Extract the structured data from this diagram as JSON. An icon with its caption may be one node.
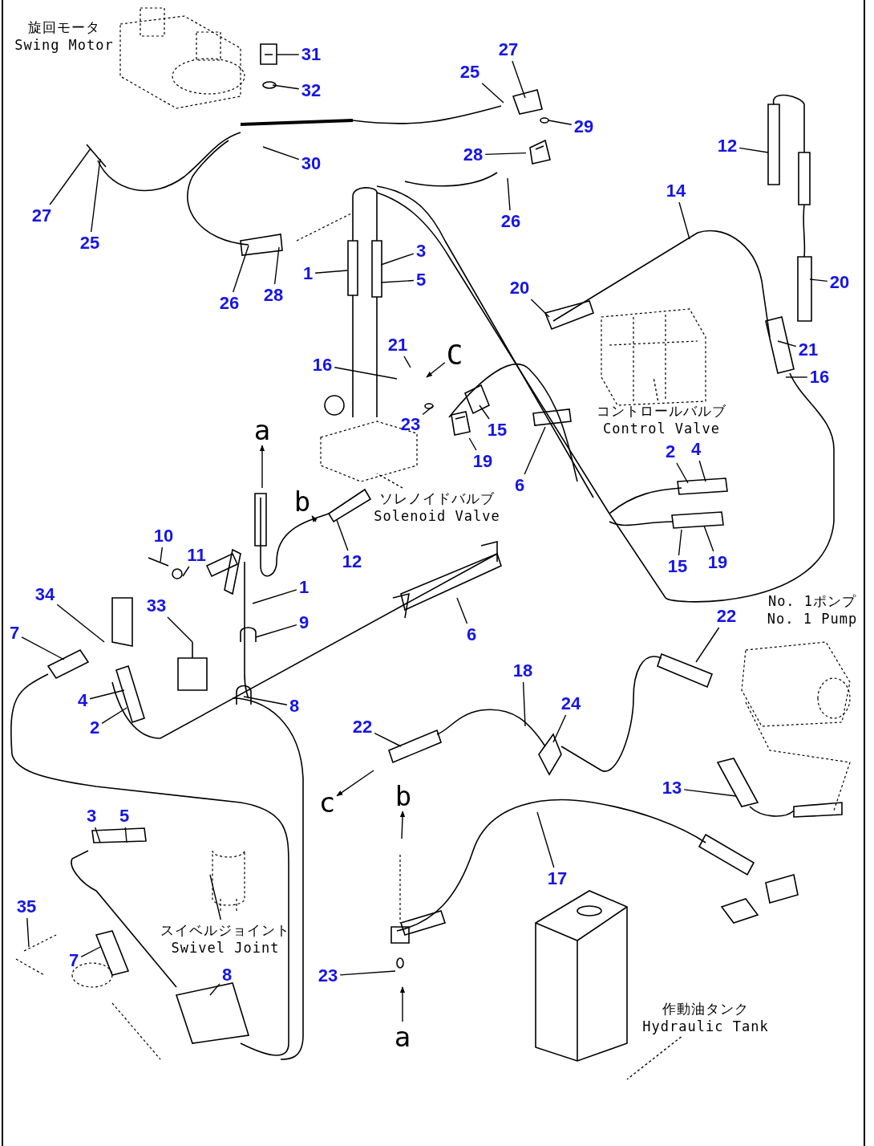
{
  "diagram": {
    "nodes": [
      {
        "text": [
          "旋回モータ",
          "Swing Motor"
        ]
      },
      {
        "text": [
          "31"
        ]
      },
      {
        "text": [
          "32"
        ]
      },
      {
        "text": [
          "27"
        ]
      },
      {
        "text": [
          "25"
        ]
      },
      {
        "text": [
          "29"
        ]
      },
      {
        "text": [
          "28"
        ]
      },
      {
        "text": [
          "30"
        ]
      },
      {
        "text": [
          "27"
        ]
      },
      {
        "text": [
          "25"
        ]
      },
      {
        "text": [
          "26"
        ]
      },
      {
        "text": [
          "12"
        ]
      },
      {
        "text": [
          "14"
        ]
      },
      {
        "text": [
          "1"
        ]
      },
      {
        "text": [
          "3"
        ]
      },
      {
        "text": [
          "5"
        ]
      },
      {
        "text": [
          "26"
        ]
      },
      {
        "text": [
          "28"
        ]
      },
      {
        "text": [
          "20"
        ]
      },
      {
        "text": [
          "20"
        ]
      },
      {
        "text": [
          "21"
        ]
      },
      {
        "text": [
          "C"
        ]
      },
      {
        "text": [
          "16"
        ]
      },
      {
        "text": [
          "21"
        ]
      },
      {
        "text": [
          "16"
        ]
      },
      {
        "text": [
          "コントロールバルブ",
          "Control Valve"
        ]
      },
      {
        "text": [
          "23"
        ]
      },
      {
        "text": [
          "15"
        ]
      },
      {
        "text": [
          "19"
        ]
      },
      {
        "text": [
          "a"
        ]
      },
      {
        "text": [
          "2"
        ]
      },
      {
        "text": [
          "4"
        ]
      },
      {
        "text": [
          "6"
        ]
      },
      {
        "text": [
          "b"
        ]
      },
      {
        "text": [
          "ソレノイドバルブ",
          "Solenoid Valve"
        ]
      },
      {
        "text": [
          "12"
        ]
      },
      {
        "text": [
          "10"
        ]
      },
      {
        "text": [
          "15"
        ]
      },
      {
        "text": [
          "19"
        ]
      },
      {
        "text": [
          "11"
        ]
      },
      {
        "text": [
          "1"
        ]
      },
      {
        "text": [
          "34"
        ]
      },
      {
        "text": [
          "33"
        ]
      },
      {
        "text": [
          "No. 1ポンプ",
          "No. 1 Pump"
        ]
      },
      {
        "text": [
          "7"
        ]
      },
      {
        "text": [
          "9"
        ]
      },
      {
        "text": [
          "6"
        ]
      },
      {
        "text": [
          "22"
        ]
      },
      {
        "text": [
          "18"
        ]
      },
      {
        "text": [
          "24"
        ]
      },
      {
        "text": [
          "4"
        ]
      },
      {
        "text": [
          "2"
        ]
      },
      {
        "text": [
          "8"
        ]
      },
      {
        "text": [
          "22"
        ]
      },
      {
        "text": [
          "c"
        ]
      },
      {
        "text": [
          "b"
        ]
      },
      {
        "text": [
          "13"
        ]
      },
      {
        "text": [
          "3"
        ]
      },
      {
        "text": [
          "5"
        ]
      },
      {
        "text": [
          "17"
        ]
      },
      {
        "text": [
          "35"
        ]
      },
      {
        "text": [
          "スイベルジョイント",
          "Swivel Joint"
        ]
      },
      {
        "text": [
          "7"
        ]
      },
      {
        "text": [
          "8"
        ]
      },
      {
        "text": [
          "23"
        ]
      },
      {
        "text": [
          "a"
        ]
      },
      {
        "text": [
          "作動油タンク",
          "Hydraulic Tank"
        ]
      },
      {
        "text": [],
        "shape": "picture"
      },
      {
        "text": [],
        "shape": "picture"
      }
    ],
    "edges": [
      {
        "from": 1,
        "to": null,
        "arrow": "none"
      },
      {
        "from": 2,
        "to": null,
        "arrow": "none"
      },
      {
        "from": 3,
        "to": null,
        "arrow": "none"
      },
      {
        "from": 4,
        "to": null,
        "arrow": "none"
      },
      {
        "from": 5,
        "to": null,
        "arrow": "none"
      },
      {
        "from": 6,
        "to": 67,
        "arrow": "none"
      },
      {
        "from": 7,
        "to": null,
        "arrow": "none"
      },
      {
        "from": 8,
        "to": null,
        "arrow": "none"
      },
      {
        "from": 9,
        "to": null,
        "arrow": "none"
      },
      {
        "from": 10,
        "to": null,
        "arrow": "none"
      },
      {
        "from": 11,
        "to": null,
        "arrow": "none"
      },
      {
        "from": 12,
        "to": null,
        "arrow": "none"
      },
      {
        "from": 13,
        "to": null,
        "arrow": "none"
      },
      {
        "from": 14,
        "to": null,
        "arrow": "none"
      },
      {
        "from": 15,
        "to": null,
        "arrow": "none"
      },
      {
        "from": 16,
        "to": null,
        "arrow": "none"
      },
      {
        "from": 17,
        "to": null,
        "arrow": "none"
      },
      {
        "from": 18,
        "to": null,
        "arrow": "none"
      },
      {
        "from": 19,
        "to": null,
        "arrow": "none"
      },
      {
        "from": 20,
        "to": null,
        "arrow": "none"
      },
      {
        "from": 21,
        "to": null,
        "arrow": "to"
      },
      {
        "from": 22,
        "to": null,
        "arrow": "none"
      },
      {
        "from": 23,
        "to": null,
        "arrow": "none"
      },
      {
        "from": 24,
        "to": null,
        "arrow": "none"
      },
      {
        "from": 25,
        "to": null,
        "arrow": "none",
        "style": "dashed"
      },
      {
        "from": 26,
        "to": null,
        "arrow": "none"
      },
      {
        "from": 27,
        "to": null,
        "arrow": "none"
      },
      {
        "from": 28,
        "to": 68,
        "arrow": "none"
      },
      {
        "from": null,
        "to": 29,
        "arrow": "to"
      },
      {
        "from": 30,
        "to": null,
        "arrow": "none"
      },
      {
        "from": 31,
        "to": null,
        "arrow": "none"
      },
      {
        "from": 32,
        "to": null,
        "arrow": "none"
      },
      {
        "from": null,
        "to": 33,
        "arrow": "to"
      },
      {
        "from": 34,
        "to": null,
        "arrow": "none",
        "style": "dashed"
      },
      {
        "from": 35,
        "to": null,
        "arrow": "none"
      },
      {
        "from": 36,
        "to": null,
        "arrow": "none"
      },
      {
        "from": 37,
        "to": null,
        "arrow": "none"
      },
      {
        "from": 38,
        "to": null,
        "arrow": "none"
      },
      {
        "from": 39,
        "to": null,
        "arrow": "none"
      },
      {
        "from": 40,
        "to": null,
        "arrow": "none"
      },
      {
        "from": 41,
        "to": null,
        "arrow": "none"
      },
      {
        "from": 42,
        "to": null,
        "arrow": "none"
      },
      {
        "from": 44,
        "to": null,
        "arrow": "none"
      },
      {
        "from": 45,
        "to": null,
        "arrow": "none"
      },
      {
        "from": 46,
        "to": null,
        "arrow": "none"
      },
      {
        "from": 47,
        "to": null,
        "arrow": "none"
      },
      {
        "from": 48,
        "to": null,
        "arrow": "none"
      },
      {
        "from": 49,
        "to": null,
        "arrow": "none"
      },
      {
        "from": 50,
        "to": null,
        "arrow": "none"
      },
      {
        "from": 51,
        "to": null,
        "arrow": "none"
      },
      {
        "from": 52,
        "to": null,
        "arrow": "none"
      },
      {
        "from": 53,
        "to": null,
        "arrow": "none"
      },
      {
        "from": null,
        "to": 54,
        "arrow": "to"
      },
      {
        "from": null,
        "to": 55,
        "arrow": "to"
      },
      {
        "from": 56,
        "to": null,
        "arrow": "none"
      },
      {
        "from": 57,
        "to": null,
        "arrow": "none"
      },
      {
        "from": 58,
        "to": null,
        "arrow": "none"
      },
      {
        "from": 59,
        "to": null,
        "arrow": "none"
      },
      {
        "from": 60,
        "to": null,
        "arrow": "none"
      },
      {
        "from": 61,
        "to": null,
        "arrow": "none"
      },
      {
        "from": 62,
        "to": null,
        "arrow": "none"
      },
      {
        "from": 63,
        "to": null,
        "arrow": "none"
      },
      {
        "from": 64,
        "to": null,
        "arrow": "none"
      },
      {
        "from": 65,
        "to": null,
        "arrow": "to"
      },
      {
        "from": 66,
        "to": null,
        "arrow": "none",
        "style": "dashed"
      }
    ]
  }
}
